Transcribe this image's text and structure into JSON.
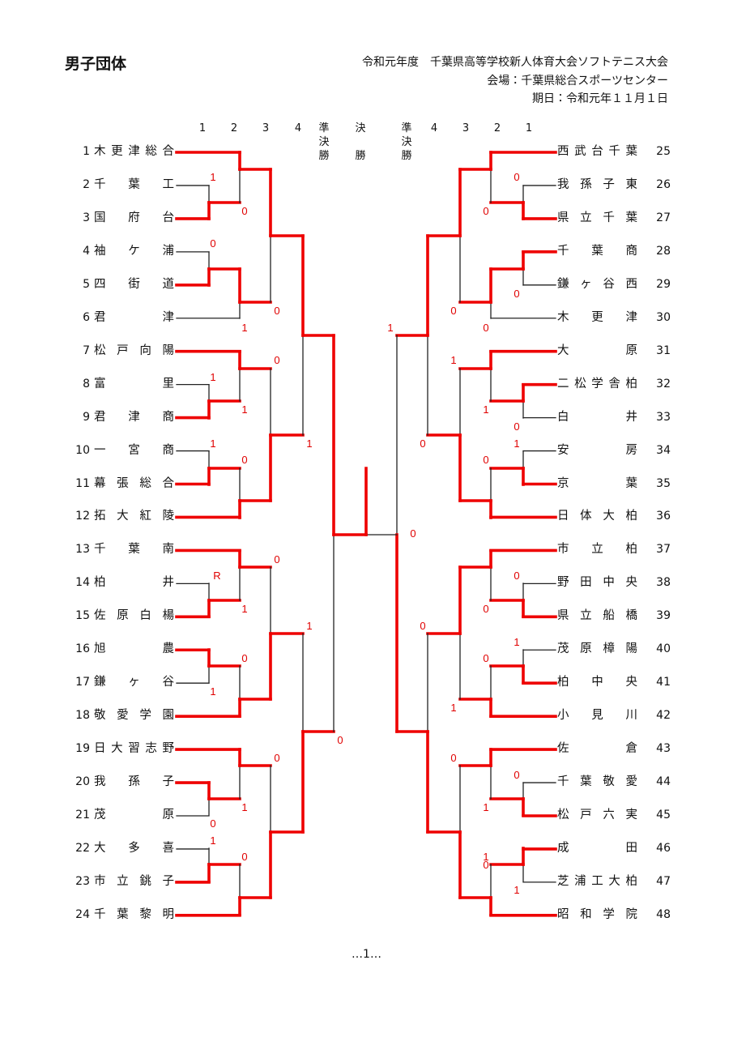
{
  "title": "男子団体",
  "header": {
    "event": "令和元年度　千葉県高等学校新人体育大会ソフトテニス大会",
    "venue": "会場：千葉県総合スポーツセンター",
    "date": "期日：令和元年１１月１日"
  },
  "rounds": {
    "left": [
      "1",
      "2",
      "3",
      "4"
    ],
    "semi_left": [
      "準",
      "決",
      "勝"
    ],
    "final": [
      "決",
      "勝"
    ],
    "semi_right": [
      "準",
      "決",
      "勝"
    ],
    "right": [
      "4",
      "3",
      "2",
      "1"
    ]
  },
  "left_teams": [
    {
      "no": "1",
      "name": "木更津総合"
    },
    {
      "no": "2",
      "name": "千葉工"
    },
    {
      "no": "3",
      "name": "国府台"
    },
    {
      "no": "4",
      "name": "袖ケ浦"
    },
    {
      "no": "5",
      "name": "四街道"
    },
    {
      "no": "6",
      "name": "君津"
    },
    {
      "no": "7",
      "name": "松戸向陽"
    },
    {
      "no": "8",
      "name": "富里"
    },
    {
      "no": "9",
      "name": "君津商"
    },
    {
      "no": "10",
      "name": "一宮商"
    },
    {
      "no": "11",
      "name": "幕張総合"
    },
    {
      "no": "12",
      "name": "拓大紅陵"
    },
    {
      "no": "13",
      "name": "千葉南"
    },
    {
      "no": "14",
      "name": "柏井"
    },
    {
      "no": "15",
      "name": "佐原白楊"
    },
    {
      "no": "16",
      "name": "旭農"
    },
    {
      "no": "17",
      "name": "鎌ヶ谷"
    },
    {
      "no": "18",
      "name": "敬愛学園"
    },
    {
      "no": "19",
      "name": "日大習志野"
    },
    {
      "no": "20",
      "name": "我孫子"
    },
    {
      "no": "21",
      "name": "茂原"
    },
    {
      "no": "22",
      "name": "大多喜"
    },
    {
      "no": "23",
      "name": "市立銚子"
    },
    {
      "no": "24",
      "name": "千葉黎明"
    }
  ],
  "right_teams": [
    {
      "no": "25",
      "name": "西武台千葉"
    },
    {
      "no": "26",
      "name": "我孫子東"
    },
    {
      "no": "27",
      "name": "県立千葉"
    },
    {
      "no": "28",
      "name": "千葉商"
    },
    {
      "no": "29",
      "name": "鎌ヶ谷西"
    },
    {
      "no": "30",
      "name": "木更津"
    },
    {
      "no": "31",
      "name": "大原"
    },
    {
      "no": "32",
      "name": "二松学舎柏"
    },
    {
      "no": "33",
      "name": "白井"
    },
    {
      "no": "34",
      "name": "安房"
    },
    {
      "no": "35",
      "name": "京葉"
    },
    {
      "no": "36",
      "name": "日体大柏"
    },
    {
      "no": "37",
      "name": "市立柏"
    },
    {
      "no": "38",
      "name": "野田中央"
    },
    {
      "no": "39",
      "name": "県立船橋"
    },
    {
      "no": "40",
      "name": "茂原樟陽"
    },
    {
      "no": "41",
      "name": "柏中央"
    },
    {
      "no": "42",
      "name": "小見川"
    },
    {
      "no": "43",
      "name": "佐倉"
    },
    {
      "no": "44",
      "name": "千葉敬愛"
    },
    {
      "no": "45",
      "name": "松戸六実"
    },
    {
      "no": "46",
      "name": "成田"
    },
    {
      "no": "47",
      "name": "芝浦工大柏"
    },
    {
      "no": "48",
      "name": "昭和学院"
    }
  ],
  "scores": [
    "1",
    "0",
    "0",
    "0",
    "1",
    "0",
    "1",
    "1",
    "1",
    "0",
    "1",
    "0",
    "R",
    "1",
    "0",
    "1",
    "1",
    "0",
    "1",
    "0",
    "1",
    "0",
    "0",
    "1",
    "0",
    "0",
    "0",
    "0",
    "0",
    "0",
    "0",
    "1",
    "1",
    "0",
    "0",
    "1",
    "0",
    "0",
    "1",
    "0",
    "1",
    "0",
    "1",
    "1",
    "1",
    "0",
    "0",
    "0"
  ],
  "footer": "…1…",
  "colors": {
    "winner_line": "#ee0000",
    "line": "#222222",
    "score": "#e00000"
  }
}
